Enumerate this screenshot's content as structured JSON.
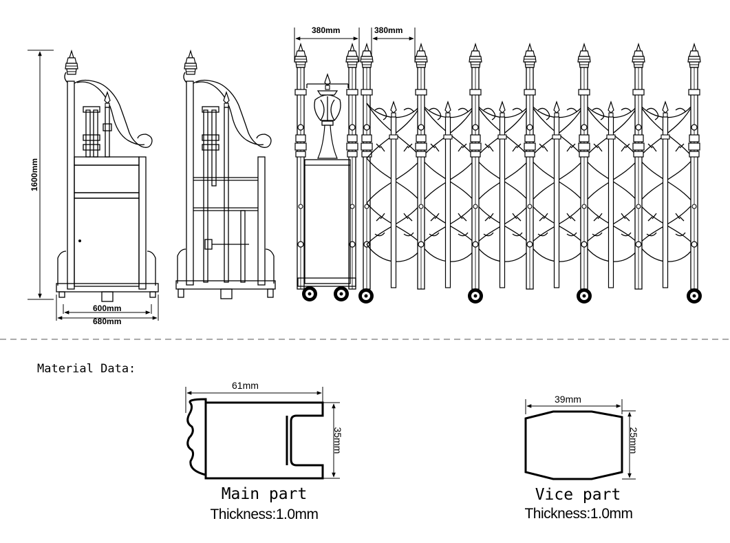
{
  "dimensions": {
    "height_label": "1600mm",
    "inner_width_label": "600mm",
    "outer_width_label": "680mm",
    "spacing_label_left": "380mm",
    "spacing_label_right": "380mm"
  },
  "material": {
    "heading": "Material Data:",
    "main_part": {
      "name": "Main part",
      "thickness": "Thickness:1.0mm",
      "width_label": "61mm",
      "height_label": "35mm"
    },
    "vice_part": {
      "name": "Vice part",
      "thickness": "Thickness:1.0mm",
      "width_label": "39mm",
      "height_label": "25mm"
    }
  }
}
